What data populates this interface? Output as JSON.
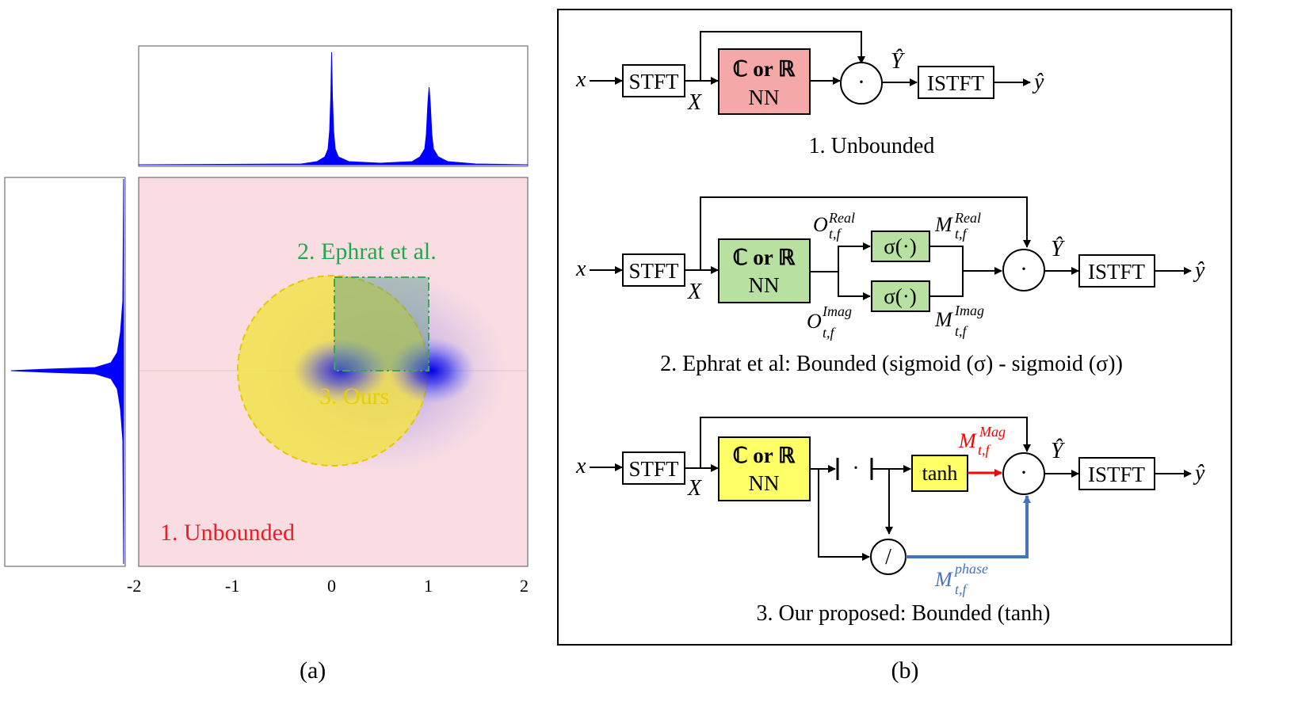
{
  "panel_a": {
    "caption": "(a)",
    "x_ticks": [
      "-2",
      "-1",
      "0",
      "1",
      "2"
    ],
    "regions": {
      "unbounded": "1. Unbounded",
      "ephrat": "2. Ephrat et al.",
      "ours": "3. Ours"
    },
    "colors": {
      "unbounded": "#f9dde3",
      "ephrat": "#3aa757",
      "ours": "#f2e24a",
      "density": "#1a1adf",
      "histogram": "#0000ff"
    }
  },
  "panel_b": {
    "caption": "(b)",
    "stft": "STFT",
    "istft": "ISTFT",
    "nn_top": "ℂ or ℝ",
    "nn_bottom": "NN",
    "input": "x",
    "X": "X",
    "Yhat": "Ŷ",
    "yhat": "ŷ",
    "mult": "·",
    "sigma": "σ(·)",
    "tanh": "tanh",
    "abs_dot": "·",
    "divide": "/",
    "O_real": "O",
    "O_real_sup": "Real",
    "O_imag": "O",
    "O_imag_sup": "Imag",
    "M_real": "M",
    "M_real_sup": "Real",
    "M_imag": "M",
    "M_imag_sup": "Imag",
    "M_mag": "M",
    "M_mag_sup": "Mag",
    "M_phase": "M",
    "M_phase_sup": "phase",
    "sub_tf": "t,f",
    "caption1": "1. Unbounded",
    "caption2": "2. Ephrat et al:  Bounded (sigmoid (σ) - sigmoid (σ))",
    "caption3": "3. Our proposed: Bounded (tanh)",
    "colors": {
      "nn1": "#f4a8a8",
      "nn2": "#b8e0a0",
      "nn3": "#ffff66",
      "mag": "#ff0000",
      "phase": "#4472c4"
    }
  }
}
